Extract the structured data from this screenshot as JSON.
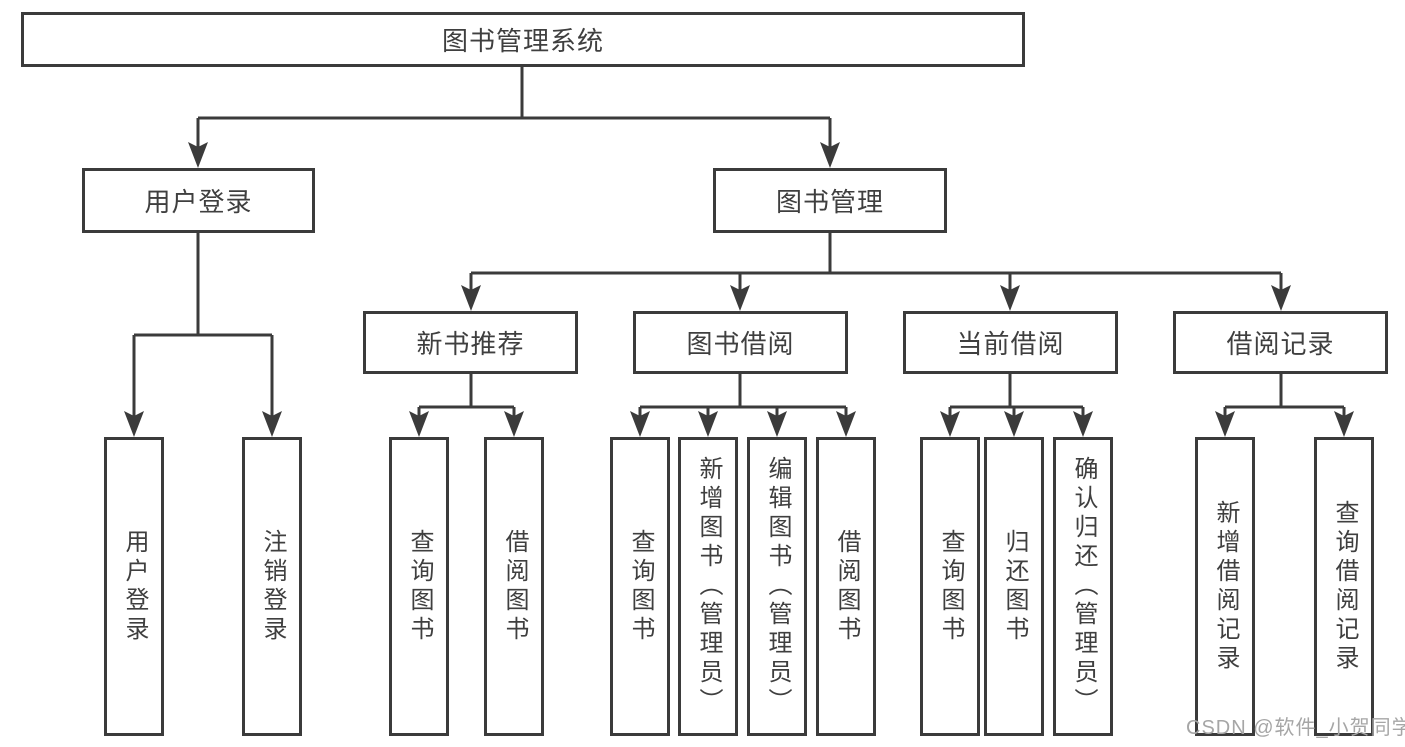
{
  "diagram": {
    "type": "hierarchy-tree",
    "hierarchy": {
      "图书管理系统": {
        "用户登录": [
          "用户登录",
          "注销登录"
        ],
        "图书管理": {
          "新书推荐": [
            "查询图书",
            "借阅图书"
          ],
          "图书借阅": [
            "查询图书",
            "新增图书（管理员）",
            "编辑图书（管理员）",
            "借阅图书"
          ],
          "当前借阅": [
            "查询图书",
            "归还图书",
            "确认归还（管理员）"
          ],
          "借阅记录": [
            "新增借阅记录",
            "查询借阅记录"
          ]
        }
      }
    }
  },
  "nodes": {
    "root": {
      "label": "图书管理系统"
    },
    "user_login": {
      "label": "用户登录"
    },
    "book_mgmt": {
      "label": "图书管理"
    },
    "new_book_rec": {
      "label": "新书推荐"
    },
    "book_borrow": {
      "label": "图书借阅"
    },
    "current_borrow": {
      "label": "当前借阅"
    },
    "borrow_records": {
      "label": "借阅记录"
    },
    "leaves": {
      "user_login": {
        "label": "用户登录"
      },
      "logout": {
        "label": "注销登录"
      },
      "query_book_1": {
        "label": "查询图书"
      },
      "borrow_book_1": {
        "label": "借阅图书"
      },
      "query_book_2": {
        "label": "查询图书"
      },
      "add_book_admin": {
        "label": "新增图书（管理员）"
      },
      "edit_book_admin": {
        "label": "编辑图书（管理员）"
      },
      "borrow_book_2": {
        "label": "借阅图书"
      },
      "query_book_3": {
        "label": "查询图书"
      },
      "return_book": {
        "label": "归还图书"
      },
      "confirm_return_admin": {
        "label": "确认归还（管理员）"
      },
      "add_borrow_record": {
        "label": "新增借阅记录"
      },
      "query_borrow_record": {
        "label": "查询借阅记录"
      }
    }
  },
  "watermark": {
    "text": "CSDN @软件_小贺同学"
  },
  "colors": {
    "line": "#3b3b3b",
    "box_border": "#3b3b3b",
    "box_fill": "#ffffff",
    "text": "#3f3f3f",
    "watermark": "#a6a6a6",
    "background": "#ffffff"
  }
}
